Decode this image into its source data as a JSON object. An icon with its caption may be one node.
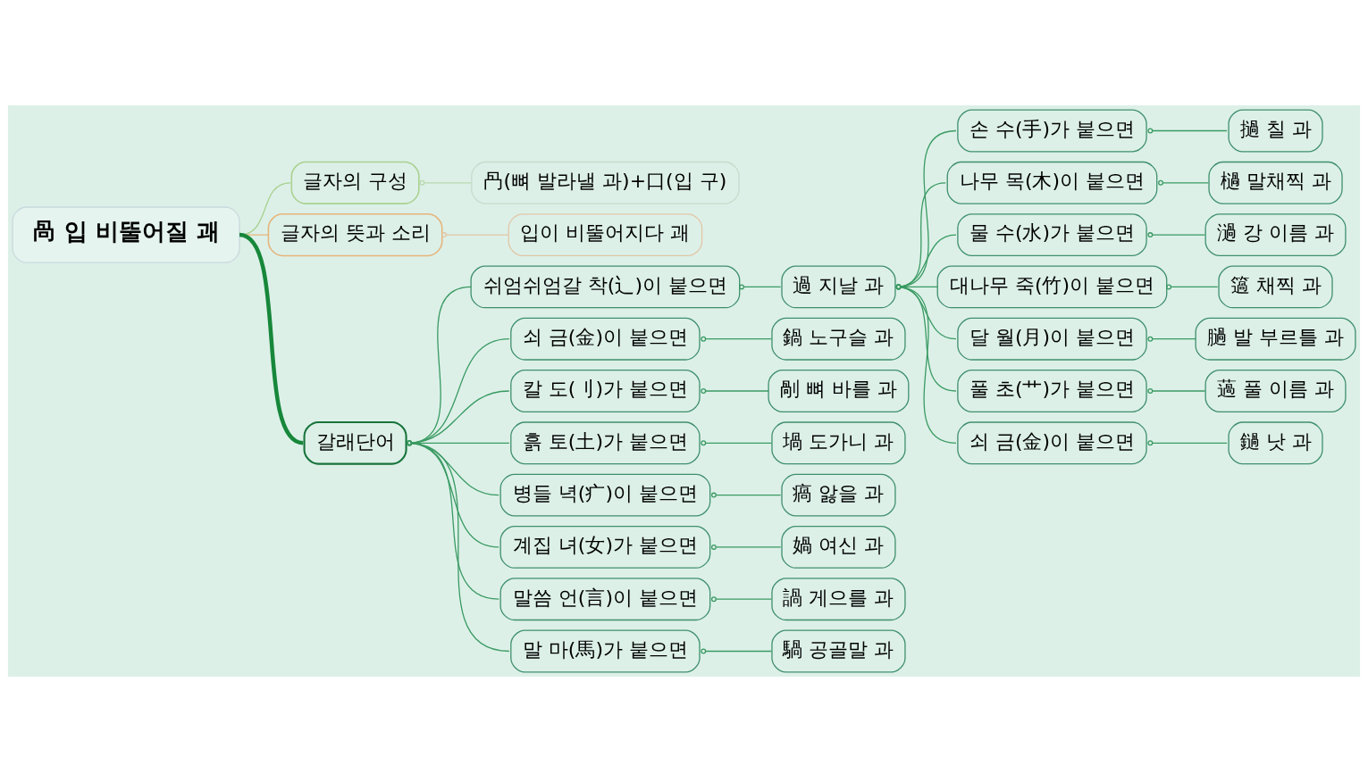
{
  "diagram": {
    "nodes": [
      {
        "text": [
          "咼 입 비뚤어질 괘"
        ]
      },
      {
        "text": [
          "글자의 구성"
        ]
      },
      {
        "text": [
          "冎(뼈 발라낼 과)+口(입 구)"
        ]
      },
      {
        "text": [
          "글자의 뜻과 소리"
        ]
      },
      {
        "text": [
          "입이 비뚤어지다 괘"
        ]
      },
      {
        "text": [
          "갈래단어"
        ]
      },
      {
        "text": [
          "쉬엄쉬엄갈 착(辶)이 붙으면"
        ]
      },
      {
        "text": [
          "過 지날 과"
        ]
      },
      {
        "text": [
          "손 수(手)가 붙으면"
        ]
      },
      {
        "text": [
          "撾 칠 과"
        ]
      },
      {
        "text": [
          "나무 목(木)이 붙으면"
        ]
      },
      {
        "text": [
          "檛 말채찍 과"
        ]
      },
      {
        "text": [
          "물 수(水)가 붙으면"
        ]
      },
      {
        "text": [
          "濄 강 이름 과"
        ]
      },
      {
        "text": [
          "대나무 죽(竹)이 붙으면"
        ]
      },
      {
        "text": [
          "簻 채찍 과"
        ]
      },
      {
        "text": [
          "달 월(月)이 붙으면"
        ]
      },
      {
        "text": [
          "膼 발 부르틀 과"
        ]
      },
      {
        "text": [
          "풀 초(艹)가 붙으면"
        ]
      },
      {
        "text": [
          "薖 풀 이름 과"
        ]
      },
      {
        "text": [
          "쇠 금(金)이 붙으면"
        ]
      },
      {
        "text": [
          "鐹 낫 과"
        ]
      },
      {
        "text": [
          "쇠 금(金)이 붙으면"
        ]
      },
      {
        "text": [
          "鍋 노구슬 과"
        ]
      },
      {
        "text": [
          "칼 도(刂)가 붙으면"
        ]
      },
      {
        "text": [
          "剮 뼈 바를 과"
        ]
      },
      {
        "text": [
          "흙 토(土)가 붙으면"
        ]
      },
      {
        "text": [
          "堝 도가니 과"
        ]
      },
      {
        "text": [
          "병들 녁(疒)이 붙으면"
        ]
      },
      {
        "text": [
          "瘑 앓을 과"
        ]
      },
      {
        "text": [
          "계집 녀(女)가 붙으면"
        ]
      },
      {
        "text": [
          "媧 여신 과"
        ]
      },
      {
        "text": [
          "말씀 언(言)이 붙으면"
        ]
      },
      {
        "text": [
          "諣 게으를 과"
        ]
      },
      {
        "text": [
          "말 마(馬)가 붙으면"
        ]
      },
      {
        "text": [
          "騧 공골말 과"
        ]
      }
    ],
    "edges": [
      {
        "from": 0,
        "to": 1,
        "arrow": "none",
        "color": "#a9d18e"
      },
      {
        "from": 1,
        "to": 2,
        "arrow": "other",
        "color": "#b9d9ad"
      },
      {
        "from": 0,
        "to": 3,
        "arrow": "none",
        "color": "#e6b47a"
      },
      {
        "from": 3,
        "to": 4,
        "arrow": "other",
        "color": "#e2c6a6"
      },
      {
        "from": 0,
        "to": 5,
        "arrow": "none",
        "style": "thick",
        "color": "#17873a"
      },
      {
        "from": 5,
        "to": 6,
        "arrow": "other"
      },
      {
        "from": 6,
        "to": 7,
        "arrow": "other"
      },
      {
        "from": 7,
        "to": 8,
        "arrow": "other"
      },
      {
        "from": 7,
        "to": 10,
        "arrow": "other"
      },
      {
        "from": 7,
        "to": 12,
        "arrow": "other"
      },
      {
        "from": 7,
        "to": 14,
        "arrow": "other"
      },
      {
        "from": 7,
        "to": 16,
        "arrow": "other"
      },
      {
        "from": 7,
        "to": 18,
        "arrow": "other"
      },
      {
        "from": 7,
        "to": 20,
        "arrow": "other"
      },
      {
        "from": 8,
        "to": 9,
        "arrow": "other"
      },
      {
        "from": 10,
        "to": 11,
        "arrow": "other"
      },
      {
        "from": 12,
        "to": 13,
        "arrow": "other"
      },
      {
        "from": 14,
        "to": 15,
        "arrow": "other"
      },
      {
        "from": 16,
        "to": 17,
        "arrow": "other"
      },
      {
        "from": 18,
        "to": 19,
        "arrow": "other"
      },
      {
        "from": 20,
        "to": 21,
        "arrow": "other"
      },
      {
        "from": 5,
        "to": 22,
        "arrow": "other"
      },
      {
        "from": 5,
        "to": 24,
        "arrow": "other"
      },
      {
        "from": 5,
        "to": 26,
        "arrow": "other"
      },
      {
        "from": 5,
        "to": 28,
        "arrow": "other"
      },
      {
        "from": 5,
        "to": 30,
        "arrow": "other"
      },
      {
        "from": 5,
        "to": 32,
        "arrow": "other"
      },
      {
        "from": 5,
        "to": 34,
        "arrow": "other"
      },
      {
        "from": 22,
        "to": 23,
        "arrow": "other"
      },
      {
        "from": 24,
        "to": 25,
        "arrow": "other"
      },
      {
        "from": 26,
        "to": 27,
        "arrow": "other"
      },
      {
        "from": 28,
        "to": 29,
        "arrow": "other"
      },
      {
        "from": 30,
        "to": 31,
        "arrow": "other"
      },
      {
        "from": 32,
        "to": 33,
        "arrow": "other"
      },
      {
        "from": 34,
        "to": 35,
        "arrow": "other"
      }
    ]
  }
}
